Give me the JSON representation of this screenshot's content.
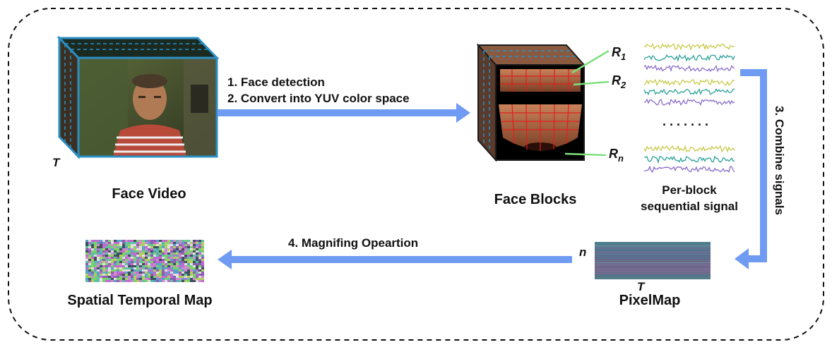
{
  "steps": {
    "step1": "1. Face detection",
    "step2": "2. Convert into YUV color space",
    "step3": "3. Combine signals",
    "step4": "4. Magnifing Opeartion"
  },
  "labels": {
    "face_video": "Face Video",
    "face_blocks": "Face Blocks",
    "per_block_line1": "Per-block",
    "per_block_line2": "sequential signal",
    "pixelmap": "PixelMap",
    "spatial_temporal_map": "Spatial Temporal Map"
  },
  "symbols": {
    "t_video": "T",
    "t_pixelmap": "T",
    "n_pixelmap": "n",
    "r_base": "R",
    "r1_sub": "1",
    "r2_sub": "2",
    "rn_sub": "n",
    "ellipsis": ". . . . . . ."
  },
  "colors": {
    "arrow": "#6f9bf2",
    "cube_edge": "#2a8fc4",
    "leader_line": "#7ee07e",
    "signal_yellow": "#c9c94a",
    "signal_teal": "#2aa198",
    "signal_purple": "#8a6cc9"
  }
}
